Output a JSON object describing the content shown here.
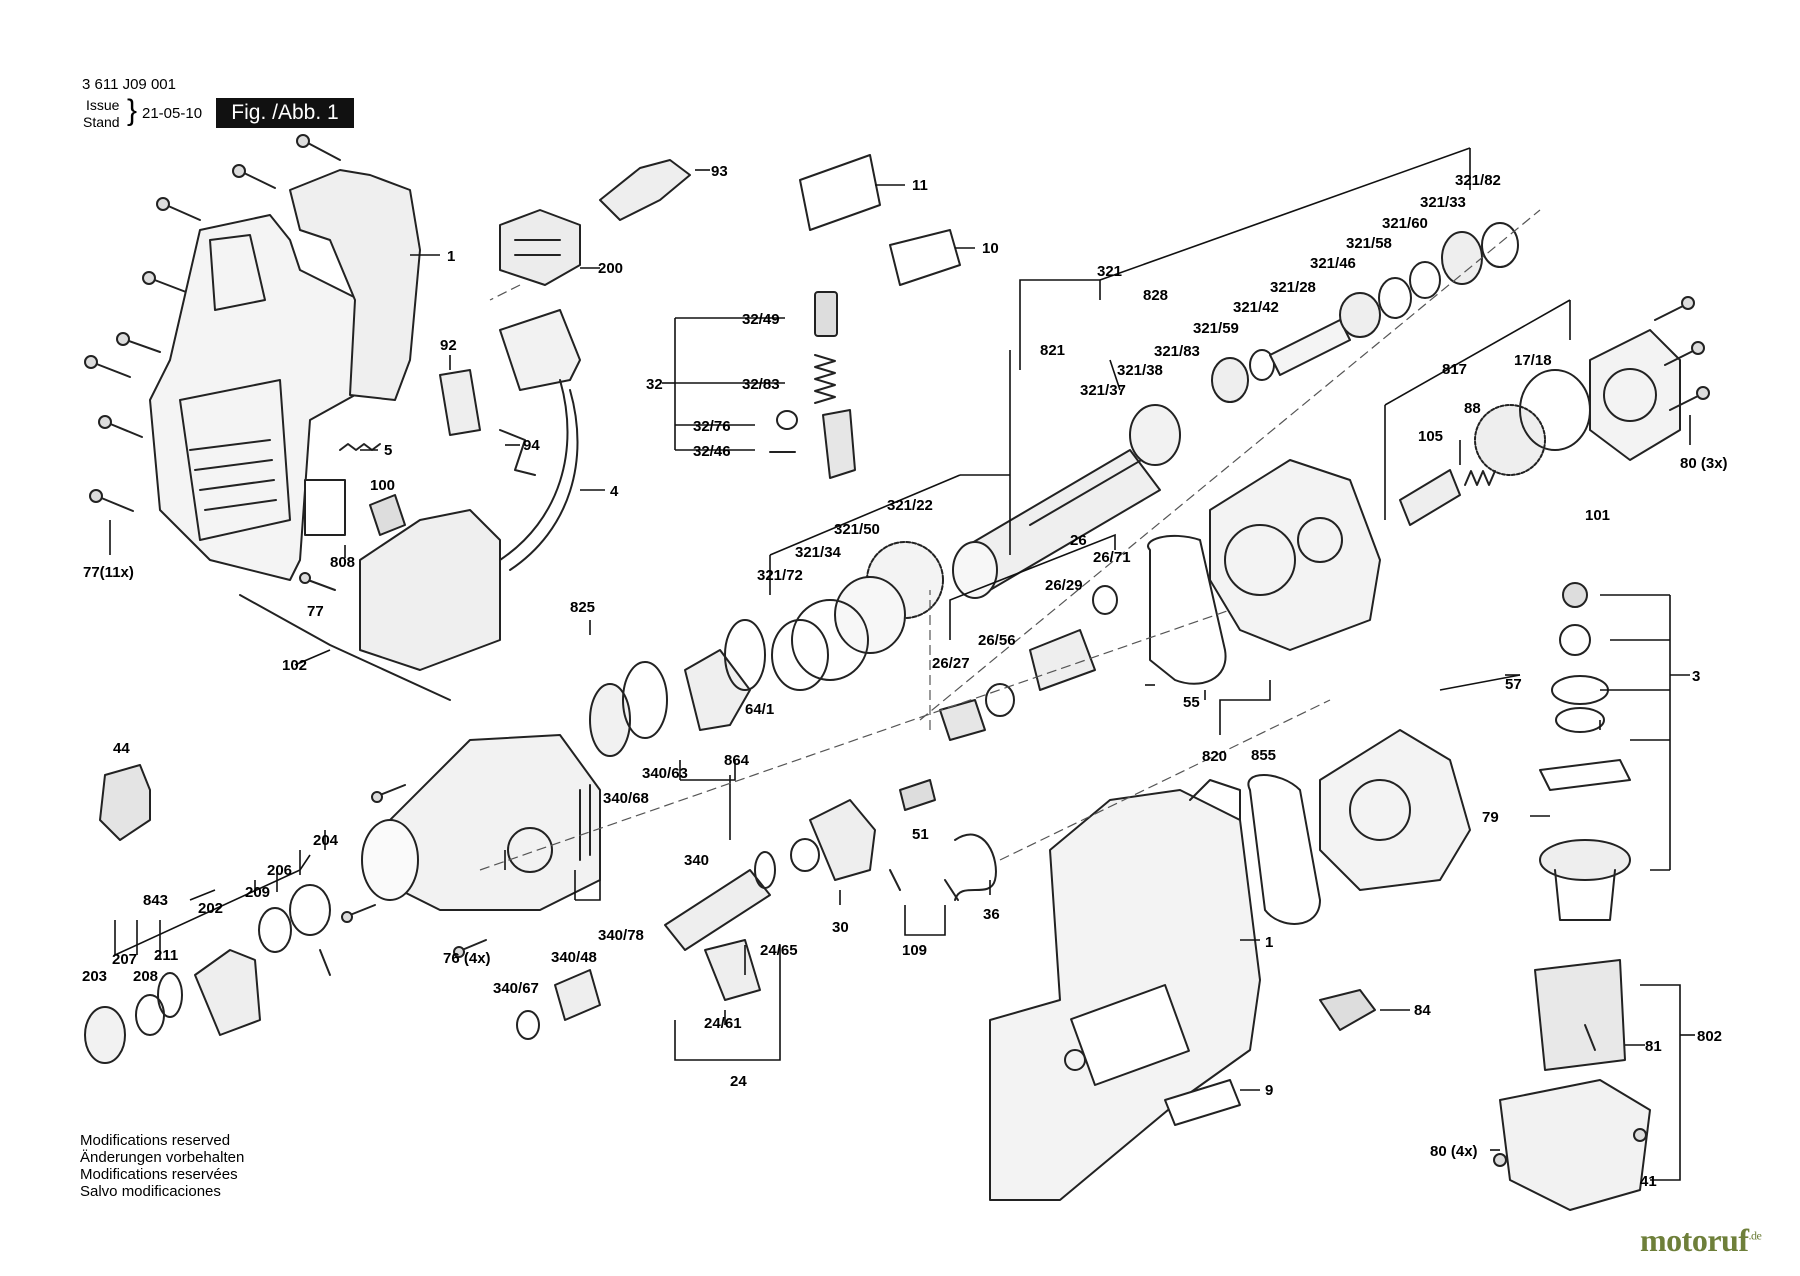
{
  "header": {
    "part_number": "3 611 J09 001",
    "issue_label": "Issue",
    "stand_label": "Stand",
    "issue_date": "21-05-10",
    "figure_label": "Fig. /Abb. 1"
  },
  "notes": [
    "Modifications reserved",
    "Änderungen vorbehalten",
    "Modifications reservées",
    "Salvo modificaciones"
  ],
  "brand": {
    "name": "motoruf",
    "suffix": ".de",
    "color": "#6e7f3a"
  },
  "callouts": [
    "93",
    "11",
    "10",
    "1",
    "200",
    "92",
    "5",
    "94",
    "100",
    "4",
    "808",
    "77",
    "77(11x)",
    "102",
    "825",
    "32/49",
    "32",
    "32/83",
    "32/76",
    "32/46",
    "321",
    "828",
    "821",
    "321/83",
    "321/38",
    "321/37",
    "321/59",
    "321/42",
    "321/28",
    "321/46",
    "321/58",
    "321/60",
    "321/33",
    "321/82",
    "321/22",
    "321/50",
    "321/34",
    "321/72",
    "26",
    "26/29",
    "26/71",
    "26/56",
    "26/27",
    "817",
    "17/18",
    "88",
    "105",
    "101",
    "80 (3x)",
    "64/1",
    "864",
    "340/63",
    "340/68",
    "340",
    "44",
    "843",
    "202",
    "206",
    "209",
    "204",
    "207",
    "211",
    "208",
    "203",
    "76 (4x)",
    "340/78",
    "340/48",
    "340/67",
    "24/65",
    "24/61",
    "24",
    "30",
    "51",
    "109",
    "36",
    "55",
    "820",
    "855",
    "57",
    "3",
    "79",
    "84",
    "9",
    "81",
    "802",
    "80 (4x)",
    "41"
  ]
}
